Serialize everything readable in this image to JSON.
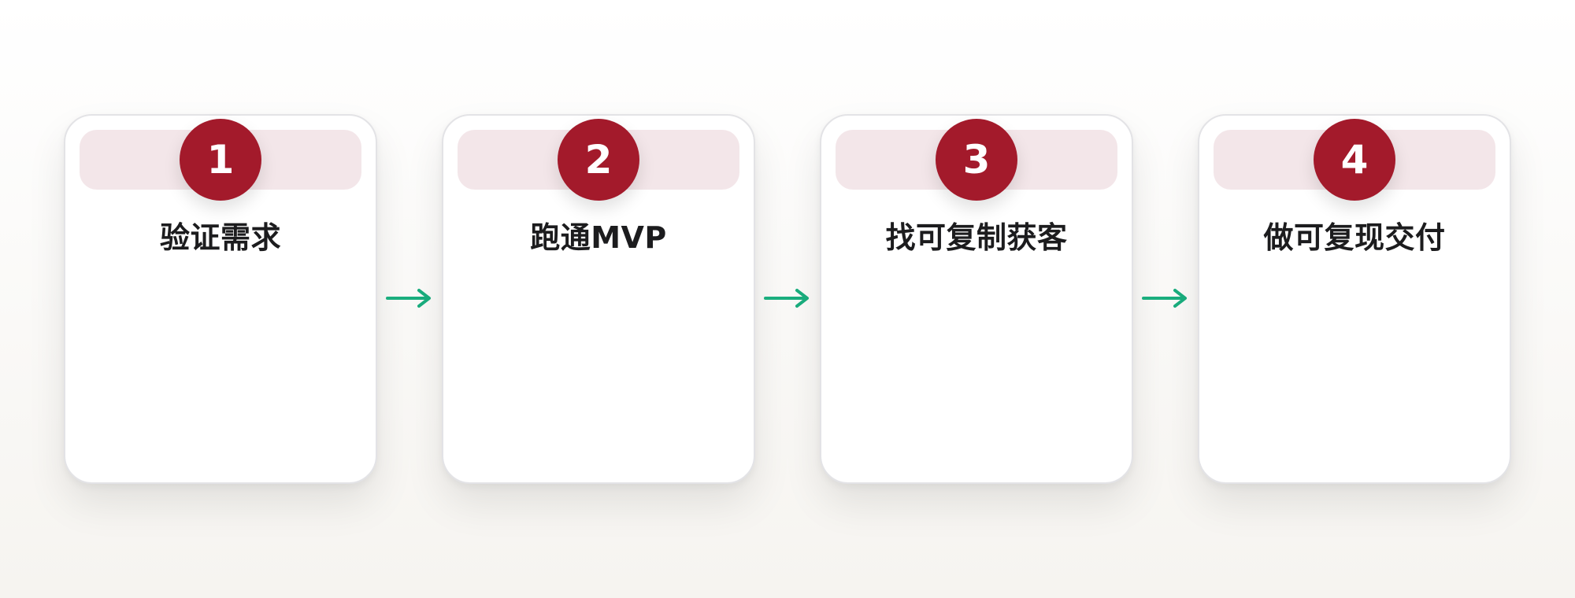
{
  "steps": [
    {
      "number": "1",
      "title": "验证需求"
    },
    {
      "number": "2",
      "title": "跑通MVP"
    },
    {
      "number": "3",
      "title": "找可复制获客"
    },
    {
      "number": "4",
      "title": "做可复现交付"
    }
  ],
  "colors": {
    "badge": "#a31a2b",
    "band": "#f3e6e9",
    "arrow": "#1aae7e",
    "title": "#1c1c1e"
  }
}
